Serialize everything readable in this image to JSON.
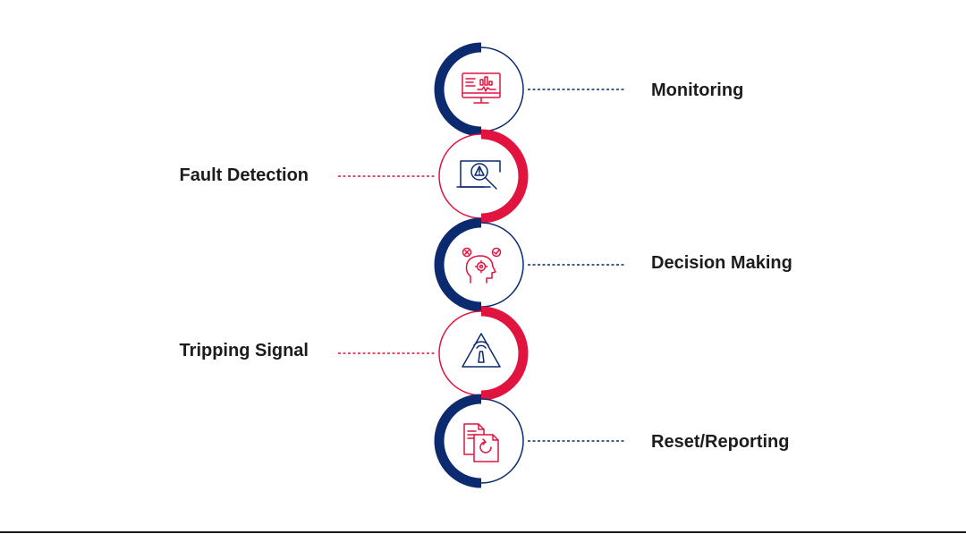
{
  "colors": {
    "navy": "#0b2a6f",
    "crimson": "#e0143f",
    "text": "#1c1c1c"
  },
  "steps": [
    {
      "label": "Monitoring",
      "icon": "monitor-chart-icon",
      "accent": "navy",
      "side": "right"
    },
    {
      "label": "Fault Detection",
      "icon": "magnifier-warning-icon",
      "accent": "crimson",
      "side": "left"
    },
    {
      "label": "Decision Making",
      "icon": "head-gear-decision-icon",
      "accent": "navy",
      "side": "right"
    },
    {
      "label": "Tripping Signal",
      "icon": "warning-triangle-signal-icon",
      "accent": "crimson",
      "side": "left"
    },
    {
      "label": "Reset/Reporting",
      "icon": "document-reset-icon",
      "accent": "navy",
      "side": "right"
    }
  ]
}
